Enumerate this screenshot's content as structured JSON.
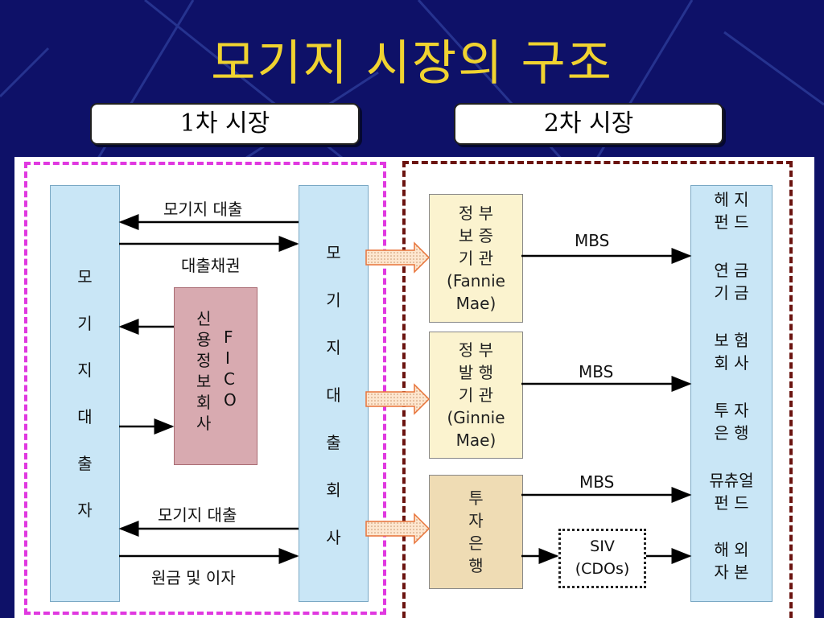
{
  "title": "모기지 시장의 구조",
  "headers": {
    "primary": "1차 시장",
    "secondary": "2차 시장"
  },
  "borrower": [
    "모",
    "기",
    "지",
    "대",
    "출",
    "자"
  ],
  "lender": [
    "모",
    "기",
    "지",
    "대",
    "출",
    "회",
    "사"
  ],
  "credit_bureau": {
    "korean": [
      "신",
      "용",
      "정",
      "보",
      "회",
      "사"
    ],
    "english": [
      "F",
      "I",
      "C",
      "O"
    ]
  },
  "flows": {
    "top_loan": "모기지 대출",
    "loan_bond": "대출채권",
    "bottom_loan": "모기지 대출",
    "principal_interest": "원금 및 이자"
  },
  "issuers": [
    {
      "text": "정 부\n보 증\n기 관\n(Fannie\nMae)",
      "mbs": "MBS",
      "color": "#fbf3cf"
    },
    {
      "text": "정 부\n발 행\n기 관\n(Ginnie\nMae)",
      "mbs": "MBS",
      "color": "#fbf3cf"
    },
    {
      "text": "투\n자\n은\n행",
      "mbs": "MBS",
      "color": "#efdcb4"
    }
  ],
  "siv": "SIV\n(CDOs)",
  "investors": [
    "헤 지\n펀 드",
    "연 금\n기 금",
    "보 험\n회 사",
    "투 자\n은 행",
    "뮤츄얼\n펀 드",
    "해 외\n자 본"
  ],
  "colors": {
    "background": "#0e1168",
    "title": "#f0d330",
    "investor_box": "#c9e6f6",
    "credit_box": "#d8aab0"
  }
}
